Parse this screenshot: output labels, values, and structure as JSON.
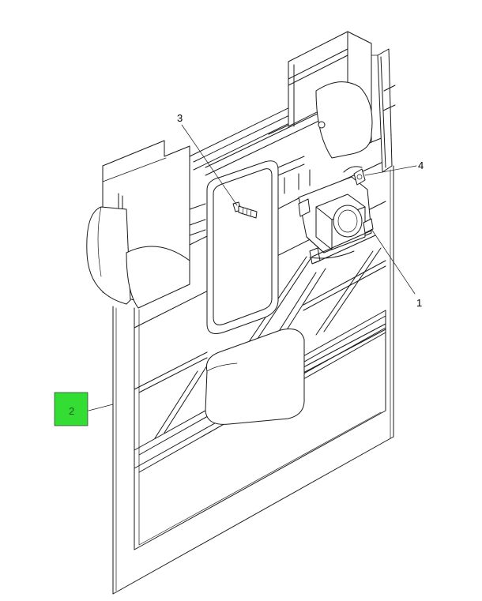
{
  "callouts": [
    {
      "id": "1",
      "text": "1"
    },
    {
      "id": "2",
      "text": "2"
    },
    {
      "id": "3",
      "text": "3"
    },
    {
      "id": "4",
      "text": "4"
    }
  ],
  "highlight": {
    "callout": "2",
    "color": "#33dd33"
  },
  "colors": {
    "line": "#1a1a1a",
    "background": "#ffffff"
  }
}
